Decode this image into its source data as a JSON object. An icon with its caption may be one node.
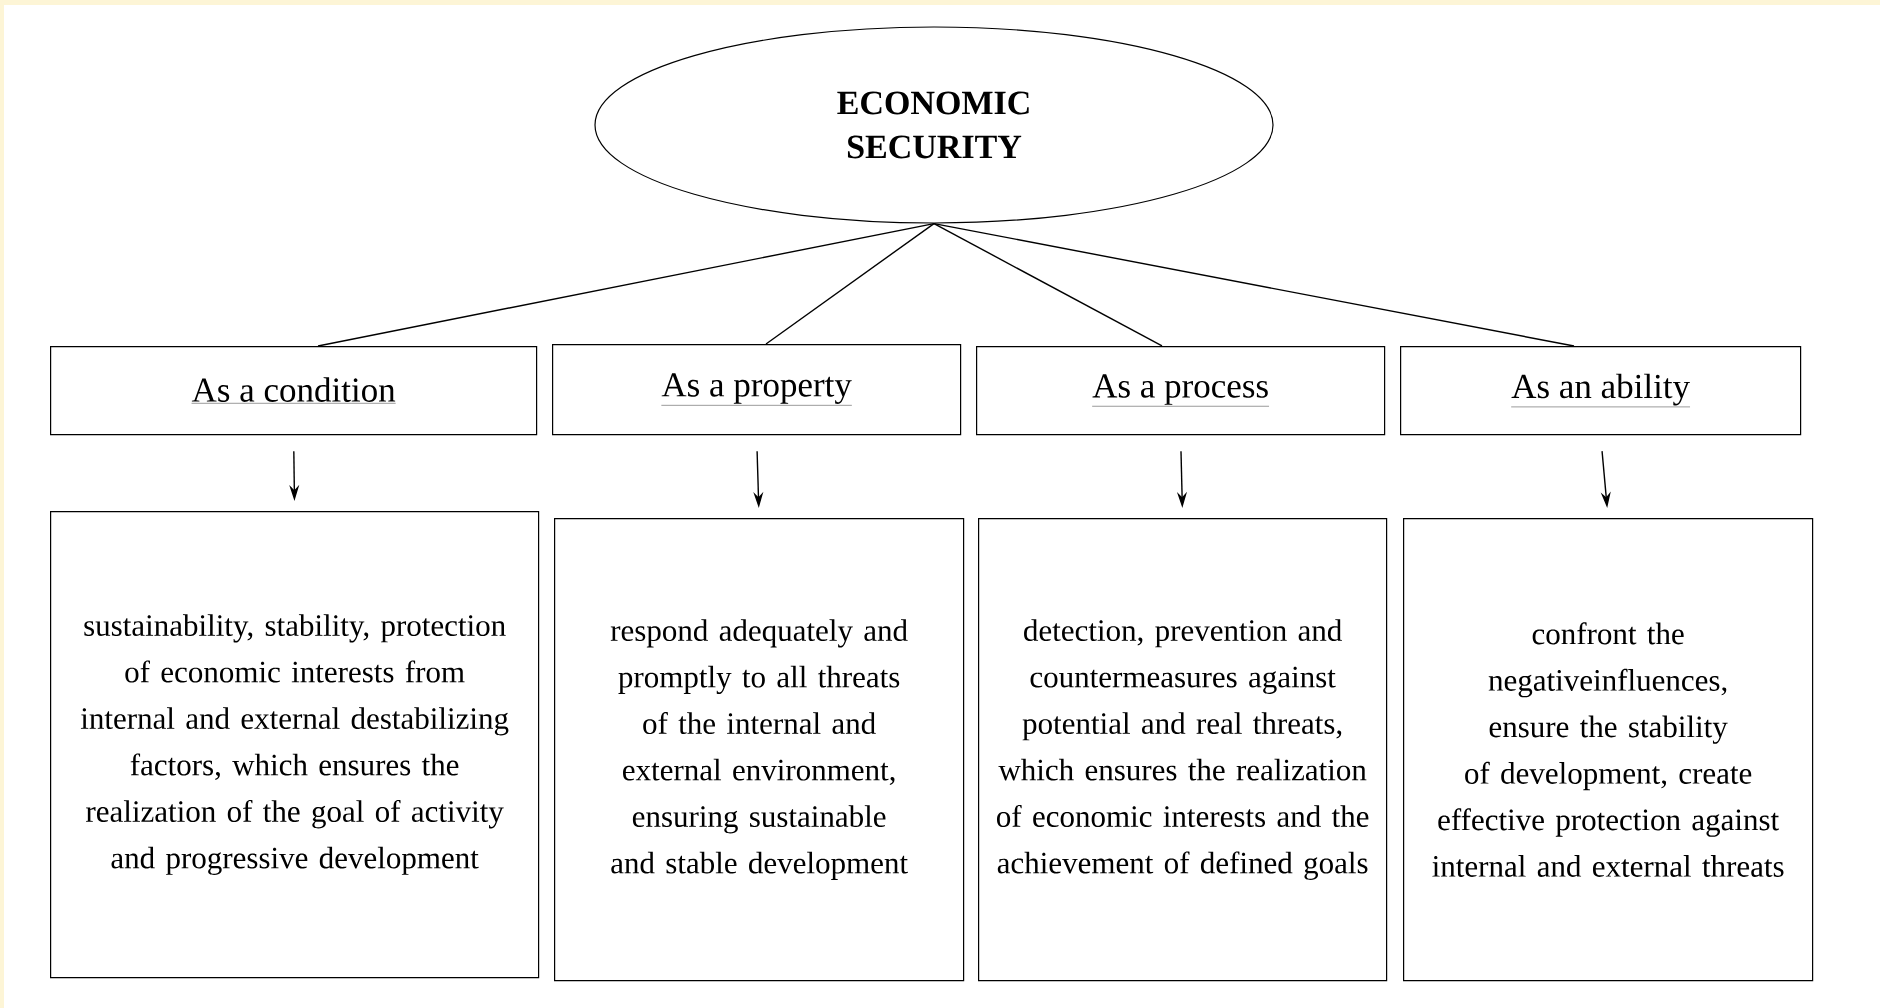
{
  "diagram": {
    "nodes": [
      {
        "text": [
          "ECONOMIC SECURITY"
        ]
      },
      {
        "text": [
          "As a condition"
        ]
      },
      {
        "text": [
          "As a property"
        ]
      },
      {
        "text": [
          "As a process"
        ]
      },
      {
        "text": [
          "As an ability"
        ]
      },
      {
        "text": [
          "sustainability, stability, protection of economic interests from internal and external destabilizing factors, which ensures the realization of the goal of activity and progressive development"
        ]
      },
      {
        "text": [
          "respond adequately and promptly to all threats of the internal and external environment, ensuring sustainable and stable development"
        ]
      },
      {
        "text": [
          "detection, prevention and countermeasures against potential and real threats, which ensures the realization of economic interests and the achievement of defined goals"
        ]
      },
      {
        "text": [
          "confront the negativeinfluences, ensure the stability of development, create effective protection against internal and external threats"
        ]
      }
    ],
    "edges": [
      {
        "from": 0,
        "to": 1,
        "arrow": "none"
      },
      {
        "from": 0,
        "to": 2,
        "arrow": "none"
      },
      {
        "from": 0,
        "to": 3,
        "arrow": "none"
      },
      {
        "from": 0,
        "to": 4,
        "arrow": "none"
      },
      {
        "from": 1,
        "to": 5,
        "arrow": "to"
      },
      {
        "from": 2,
        "to": 6,
        "arrow": "to"
      },
      {
        "from": 3,
        "to": 7,
        "arrow": "to"
      },
      {
        "from": 4,
        "to": 8,
        "arrow": "to"
      }
    ]
  }
}
